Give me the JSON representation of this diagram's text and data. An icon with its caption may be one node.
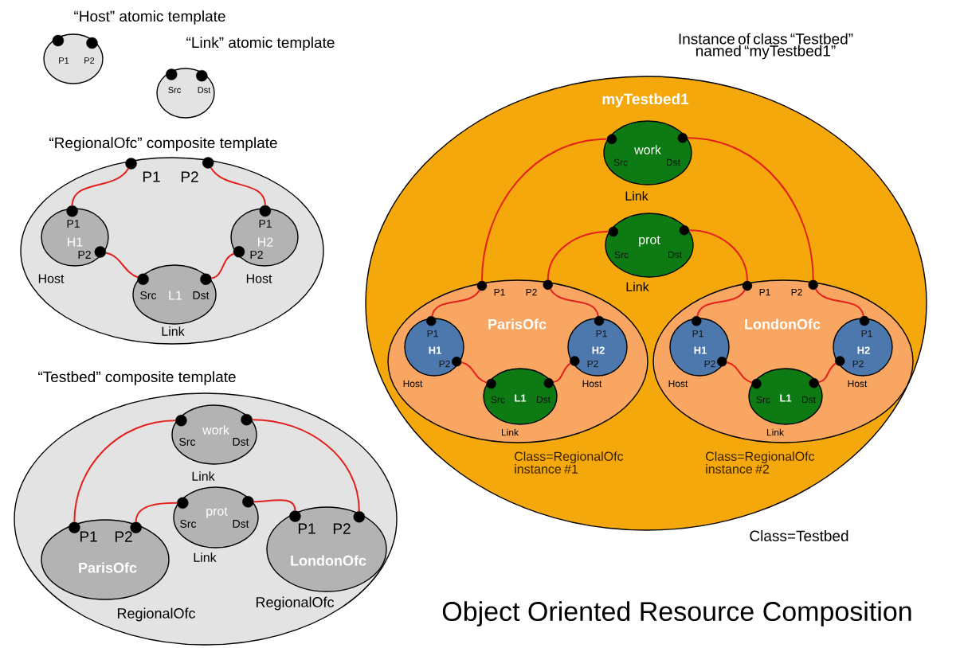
{
  "diagram": {
    "title": "Object Oriented Resource Composition",
    "nodes": [
      {
        "text": [
          "“Host” atomic template"
        ]
      },
      {
        "text": [],
        "shape": "circle",
        "in": 0
      },
      {
        "text": [],
        "shape": "circle",
        "in": 0
      },
      {
        "text": [
          "“Link” atomic template"
        ]
      },
      {
        "text": [],
        "shape": "circle",
        "in": 3
      },
      {
        "text": [],
        "shape": "circle",
        "in": 3
      },
      {
        "text": [
          "“RegionalOfc” composite template"
        ]
      },
      {
        "text": [],
        "shape": "circle",
        "in": 6
      },
      {
        "text": [],
        "shape": "circle",
        "in": 6
      },
      {
        "text": [
          "H1"
        ],
        "beside": [
          "Host"
        ],
        "in": 6
      },
      {
        "text": [],
        "shape": "circle",
        "in": 9
      },
      {
        "text": [],
        "shape": "circle",
        "in": 9
      },
      {
        "text": [
          "H2"
        ],
        "beside": [
          "Host"
        ],
        "in": 6
      },
      {
        "text": [],
        "shape": "circle",
        "in": 12
      },
      {
        "text": [],
        "shape": "circle",
        "in": 12
      },
      {
        "text": [
          "L1"
        ],
        "beside": [
          "Link"
        ],
        "in": 6
      },
      {
        "text": [],
        "shape": "circle",
        "in": 15
      },
      {
        "text": [],
        "shape": "circle",
        "in": 15
      },
      {
        "text": [
          "“Testbed” composite template"
        ]
      },
      {
        "text": [
          "work"
        ],
        "beside": [
          "Link"
        ],
        "in": 18
      },
      {
        "text": [],
        "shape": "circle",
        "in": 19
      },
      {
        "text": [],
        "shape": "circle",
        "in": 19
      },
      {
        "text": [
          "prot"
        ],
        "beside": [
          "Link"
        ],
        "in": 18
      },
      {
        "text": [],
        "shape": "circle",
        "in": 22
      },
      {
        "text": [],
        "shape": "circle",
        "in": 22
      },
      {
        "text": [
          "ParisOfc"
        ],
        "beside": [
          "RegionalOfc"
        ],
        "in": 18
      },
      {
        "text": [],
        "shape": "circle",
        "in": 25
      },
      {
        "text": [],
        "shape": "circle",
        "in": 25
      },
      {
        "text": [
          "LondonOfc"
        ],
        "beside": [
          "RegionalOfc"
        ],
        "in": 18
      },
      {
        "text": [],
        "shape": "circle",
        "in": 28
      },
      {
        "text": [],
        "shape": "circle",
        "in": 28
      },
      {
        "text": [
          "Instance of class “Testbed” named “myTestbed1”",
          "myTestbed1"
        ],
        "beside": [
          "Class=Testbed"
        ]
      },
      {
        "text": [
          "work"
        ],
        "beside": [
          "Link"
        ],
        "in": 31
      },
      {
        "text": [],
        "shape": "circle",
        "in": 32
      },
      {
        "text": [],
        "shape": "circle",
        "in": 32
      },
      {
        "text": [
          "prot"
        ],
        "beside": [
          "Link"
        ],
        "in": 31
      },
      {
        "text": [],
        "shape": "circle",
        "in": 35
      },
      {
        "text": [],
        "shape": "circle",
        "in": 35
      },
      {
        "text": [
          "ParisOfc"
        ],
        "beside": [
          "Class=RegionalOfc instance #1"
        ],
        "in": 31
      },
      {
        "text": [],
        "shape": "circle",
        "in": 38
      },
      {
        "text": [],
        "shape": "circle",
        "in": 38
      },
      {
        "text": [
          "H1"
        ],
        "beside": [
          "Host"
        ],
        "in": 38
      },
      {
        "text": [],
        "shape": "circle",
        "in": 41
      },
      {
        "text": [],
        "shape": "circle",
        "in": 41
      },
      {
        "text": [
          "H2"
        ],
        "beside": [
          "Host"
        ],
        "in": 38
      },
      {
        "text": [],
        "shape": "circle",
        "in": 44
      },
      {
        "text": [],
        "shape": "circle",
        "in": 44
      },
      {
        "text": [
          "L1"
        ],
        "beside": [
          "Link"
        ],
        "in": 38
      },
      {
        "text": [],
        "shape": "circle",
        "in": 47
      },
      {
        "text": [],
        "shape": "circle",
        "in": 47
      },
      {
        "text": [
          "LondonOfc"
        ],
        "beside": [
          "Class=RegionalOfc instance #2"
        ],
        "in": 31
      },
      {
        "text": [],
        "shape": "circle",
        "in": 50
      },
      {
        "text": [],
        "shape": "circle",
        "in": 50
      },
      {
        "text": [
          "H1"
        ],
        "beside": [
          "Host"
        ],
        "in": 50
      },
      {
        "text": [],
        "shape": "circle",
        "in": 53
      },
      {
        "text": [],
        "shape": "circle",
        "in": 53
      },
      {
        "text": [
          "H2"
        ],
        "beside": [
          "Host"
        ],
        "in": 50
      },
      {
        "text": [],
        "shape": "circle",
        "in": 56
      },
      {
        "text": [],
        "shape": "circle",
        "in": 56
      },
      {
        "text": [
          "L1"
        ],
        "beside": [
          "Link"
        ],
        "in": 50
      },
      {
        "text": [],
        "shape": "circle",
        "in": 59
      },
      {
        "text": [],
        "shape": "circle",
        "in": 59
      }
    ],
    "edges": [
      {
        "from": 7,
        "to": 10,
        "arrow": "none"
      },
      {
        "from": 11,
        "to": 16,
        "arrow": "none"
      },
      {
        "from": 17,
        "to": 14,
        "arrow": "none"
      },
      {
        "from": 8,
        "to": 13,
        "arrow": "none"
      },
      {
        "from": 26,
        "to": 20,
        "arrow": "none"
      },
      {
        "from": 21,
        "to": 30,
        "arrow": "none"
      },
      {
        "from": 27,
        "to": 23,
        "arrow": "none"
      },
      {
        "from": 24,
        "to": 29,
        "arrow": "none"
      },
      {
        "from": 39,
        "to": 33,
        "arrow": "none"
      },
      {
        "from": 34,
        "to": 52,
        "arrow": "none"
      },
      {
        "from": 40,
        "to": 36,
        "arrow": "none"
      },
      {
        "from": 37,
        "to": 51,
        "arrow": "none"
      },
      {
        "from": 39,
        "to": 42,
        "arrow": "none"
      },
      {
        "from": 43,
        "to": 48,
        "arrow": "none"
      },
      {
        "from": 49,
        "to": 46,
        "arrow": "none"
      },
      {
        "from": 40,
        "to": 45,
        "arrow": "none"
      },
      {
        "from": 51,
        "to": 54,
        "arrow": "none"
      },
      {
        "from": 55,
        "to": 60,
        "arrow": "none"
      },
      {
        "from": 61,
        "to": 58,
        "arrow": "none"
      },
      {
        "from": 52,
        "to": 57,
        "arrow": "none"
      }
    ],
    "labels": [
      "P1",
      "P2",
      "Src",
      "Dst",
      "P1",
      "P2",
      "P1",
      "P2",
      "P1",
      "P2",
      "Src",
      "Dst",
      "Src",
      "Dst",
      "Src",
      "Dst",
      "P1",
      "P2",
      "P1",
      "P2",
      "Src",
      "Dst",
      "Src",
      "Dst",
      "P1",
      "P2",
      "P1",
      "P2",
      "P1",
      "P2",
      "Src",
      "Dst",
      "P1",
      "P2",
      "P1",
      "P2",
      "P1",
      "P2",
      "Src",
      "Dst"
    ]
  }
}
